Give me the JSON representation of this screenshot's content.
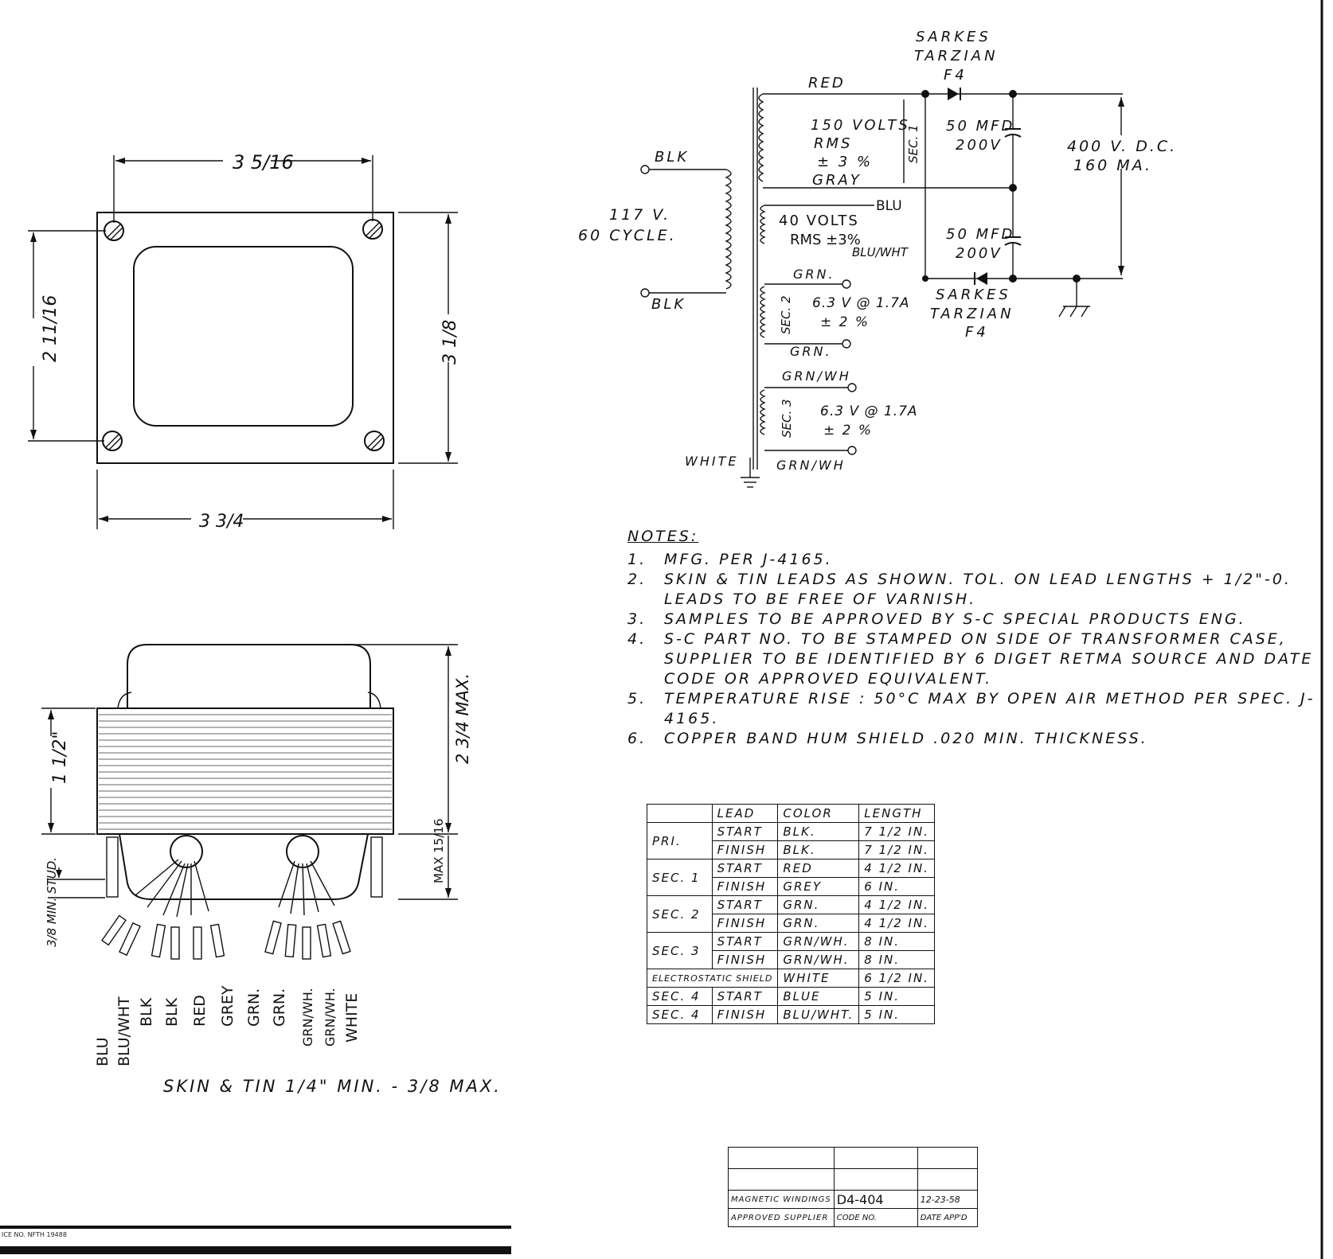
{
  "top_view": {
    "dim_top": "3 5/16",
    "dim_left": "2 11/16",
    "dim_right": "3 1/8",
    "dim_bottom": "3 3/4"
  },
  "side_view": {
    "dim_height": "2 3/4 MAX.",
    "dim_stack": "1 1/2\"",
    "dim_clearance": "MAX 15/16",
    "dim_stud": "3/8 MIN. STUD.",
    "leads": [
      "BLU",
      "BLU/WHT",
      "BLK",
      "BLK",
      "RED",
      "GREY",
      "GRN.",
      "GRN.",
      "GRN/WH.",
      "GRN/WH.",
      "WHITE"
    ],
    "caption": "SKIN & TIN 1/4\" MIN. - 3/8 MAX."
  },
  "schematic": {
    "rectifier_top": [
      "SARKES",
      "TARZIAN",
      "F4"
    ],
    "rectifier_bottom": [
      "SARKES",
      "TARZIAN",
      "F4"
    ],
    "wire_red": "RED",
    "sec1_text": [
      "150 VOLTS",
      "RMS",
      "± 3 %"
    ],
    "wire_gray": "GRAY",
    "sec1_label": "SEC. 1",
    "cap1": [
      "50 MFD",
      "200V"
    ],
    "cap2": [
      "50 MFD",
      "200V"
    ],
    "output": [
      "400 V. D.C.",
      "160 MA."
    ],
    "primary_blk_top": "BLK",
    "primary_blk_bottom": "BLK",
    "primary_input": [
      "117 V.",
      "60 CYCLE."
    ],
    "sec4_text": [
      "40 VOLTS",
      "RMS ±3%"
    ],
    "wire_blu": "BLU",
    "wire_bluwht": "BLU/WHT",
    "sec2_label": "SEC. 2",
    "sec2_text": [
      "6.3 V @ 1.7A",
      "± 2 %"
    ],
    "wire_grn_top": "GRN.",
    "wire_grn_bottom": "GRN.",
    "sec3_label": "SEC. 3",
    "sec3_text": [
      "6.3 V @ 1.7A",
      "± 2 %"
    ],
    "wire_grnwh_top": "GRN/WH",
    "wire_grnwh_bottom": "GRN/WH",
    "wire_white": "WHITE"
  },
  "notes": {
    "title": "NOTES:",
    "items": [
      {
        "num": "1.",
        "text": "MFG. PER J-4165."
      },
      {
        "num": "2.",
        "text": "SKIN & TIN LEADS AS SHOWN. TOL. ON LEAD LENGTHS + 1/2\"-0. LEADS TO BE FREE OF VARNISH."
      },
      {
        "num": "3.",
        "text": "SAMPLES TO BE APPROVED BY S-C SPECIAL PRODUCTS ENG."
      },
      {
        "num": "4.",
        "text": "S-C PART NO. TO BE STAMPED ON SIDE OF TRANSFORMER CASE, SUPPLIER TO BE IDENTIFIED BY 6 DIGET RETMA SOURCE AND DATE CODE OR APPROVED EQUIVALENT."
      },
      {
        "num": "5.",
        "text": "TEMPERATURE RISE : 50°C MAX BY OPEN AIR METHOD PER SPEC. J-4165."
      },
      {
        "num": "6.",
        "text": "COPPER BAND HUM SHIELD .020 MIN. THICKNESS."
      }
    ]
  },
  "lead_table": {
    "headers": [
      "",
      "LEAD",
      "COLOR",
      "LENGTH"
    ],
    "groups": [
      {
        "name": "PRI.",
        "rows": [
          [
            "START",
            "BLK.",
            "7 1/2 IN."
          ],
          [
            "FINISH",
            "BLK.",
            "7 1/2 IN."
          ]
        ]
      },
      {
        "name": "SEC. 1",
        "rows": [
          [
            "START",
            "RED",
            "4 1/2 IN."
          ],
          [
            "FINISH",
            "GREY",
            "6 IN."
          ]
        ]
      },
      {
        "name": "SEC. 2",
        "rows": [
          [
            "START",
            "GRN.",
            "4 1/2 IN."
          ],
          [
            "FINISH",
            "GRN.",
            "4 1/2 IN."
          ]
        ]
      },
      {
        "name": "SEC. 3",
        "rows": [
          [
            "START",
            "GRN/WH.",
            "8 IN."
          ],
          [
            "FINISH",
            "GRN/WH.",
            "8 IN."
          ]
        ]
      }
    ],
    "shield": {
      "name": "ELECTROSTATIC SHIELD",
      "color": "WHITE",
      "length": "6 1/2 IN."
    },
    "sec4": [
      [
        "SEC. 4",
        "START",
        "BLUE",
        "5 IN."
      ],
      [
        "SEC. 4",
        "FINISH",
        "BLU/WHT.",
        "5 IN."
      ]
    ]
  },
  "supplier_block": {
    "supplier": "MAGNETIC WINDINGS",
    "code": "D4-404",
    "date": "12-23-58",
    "label_supplier": "APPROVED SUPPLIER",
    "label_code": "CODE NO.",
    "label_date": "DATE APP'D"
  },
  "footer": {
    "text": "ICE NO. NFTH 19488"
  }
}
